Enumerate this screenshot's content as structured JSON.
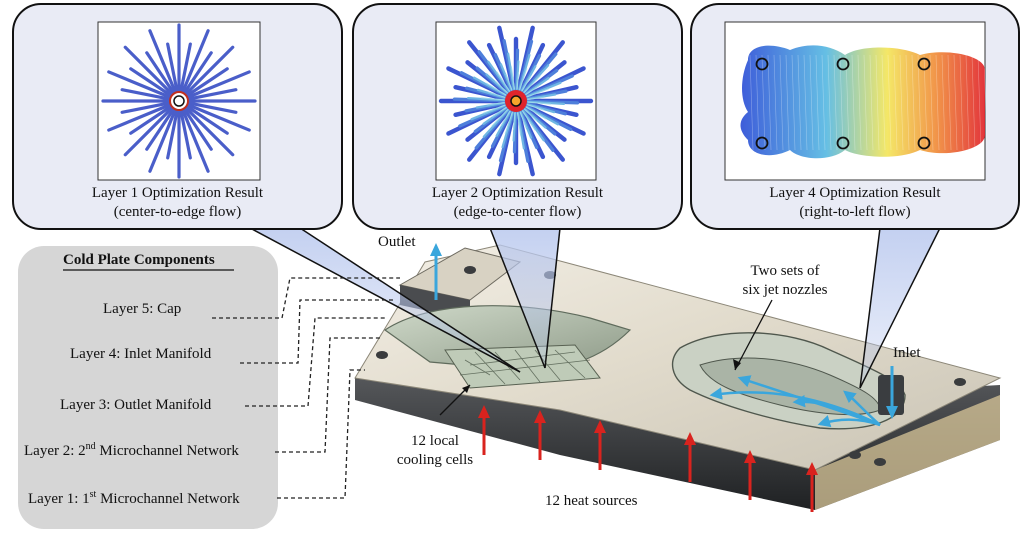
{
  "callouts": [
    {
      "title": "Layer 1 Optimization Result",
      "subtitle": "(center-to-edge flow)"
    },
    {
      "title": "Layer 2 Optimization Result",
      "subtitle": "(edge-to-center flow)"
    },
    {
      "title": "Layer 4 Optimization Result",
      "subtitle": "(right-to-left flow)"
    }
  ],
  "components": {
    "title": "Cold Plate Components",
    "layer5": "Layer 5: Cap",
    "layer4": "Layer 4: Inlet Manifold",
    "layer3": "Layer 3: Outlet Manifold",
    "layer2": {
      "pre": "Layer 2: 2",
      "sup": "nd",
      "post": " Microchannel Network"
    },
    "layer1": {
      "pre": "Layer 1: 1",
      "sup": "st",
      "post": " Microchannel Network"
    }
  },
  "annotations": {
    "outlet": "Outlet",
    "inlet": "Inlet",
    "nozzles_line1": "Two sets of",
    "nozzles_line2": "six jet nozzles",
    "cells_line1": "12 local",
    "cells_line2": "cooling cells",
    "heat_sources": "12 heat sources"
  },
  "colors": {
    "flow_arrow": "#3aa6dc",
    "heat_arrow": "#d9231e",
    "callout_bg": "#e9ebf5",
    "panel_bg": "#d6d6d6"
  }
}
